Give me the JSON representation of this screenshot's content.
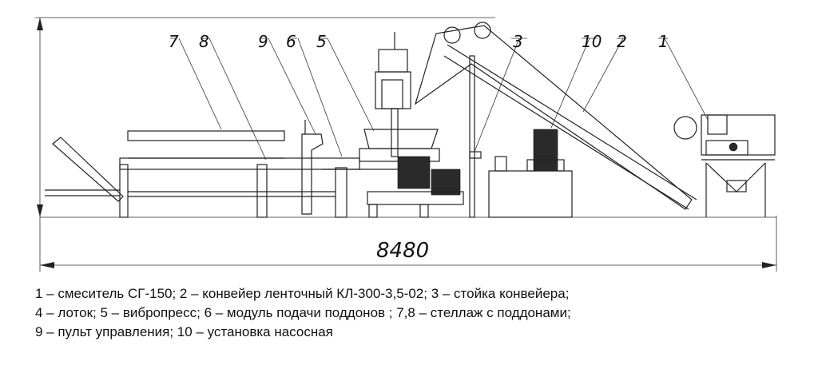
{
  "dimension_label": "8480",
  "callouts": [
    "7",
    "8",
    "9",
    "6",
    "5",
    "3",
    "10",
    "2",
    "1"
  ],
  "caption_lines": [
    "1 – смеситель СГ-150; 2 – конвейер ленточный КЛ-300-3,5-02; 3 – стойка конвейера;",
    "4 – лоток; 5 – вибропресс; 6 – модуль подачи поддонов ; 7,8 – стеллаж с поддонами;",
    "9 – пульт управления; 10 – установка насосная"
  ]
}
